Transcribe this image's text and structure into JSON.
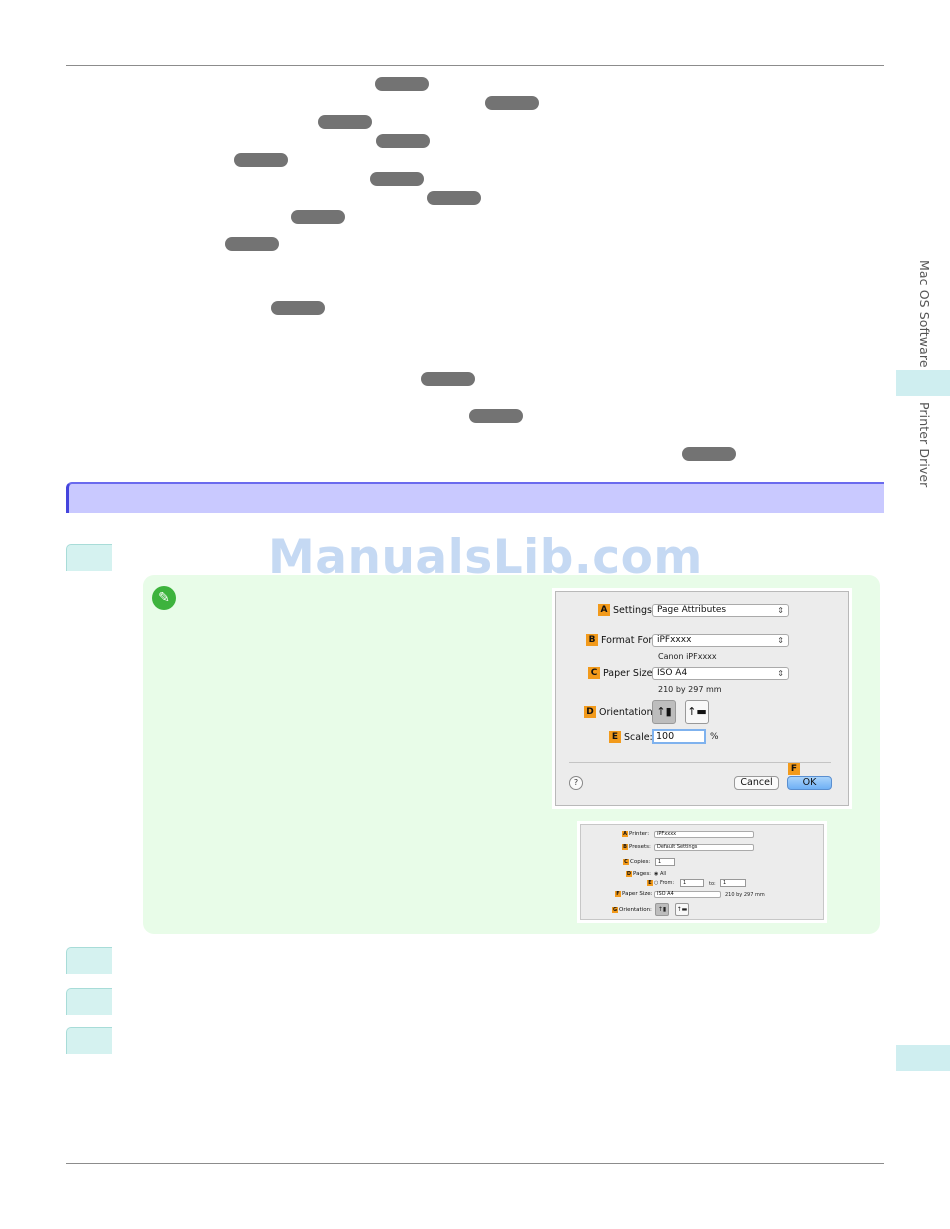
{
  "side_tabs": {
    "chapter": "Mac OS Software",
    "section": "Printer Driver"
  },
  "watermark": "ManualsLib.com",
  "page_setup_dialog": {
    "settings": {
      "badge": "A",
      "label": "Settings:",
      "value": "Page Attributes"
    },
    "format_for": {
      "badge": "B",
      "label": "Format For:",
      "value": "iPFxxxx",
      "sub": "Canon iPFxxxx"
    },
    "paper_size": {
      "badge": "C",
      "label": "Paper Size:",
      "value": "ISO A4",
      "sub": "210 by 297 mm"
    },
    "orientation": {
      "badge": "D",
      "label": "Orientation:"
    },
    "scale": {
      "badge": "E",
      "label": "Scale:",
      "value": "100",
      "unit": "%"
    },
    "help": "?",
    "cancel": "Cancel",
    "ok_badge": "F",
    "ok": "OK"
  },
  "print_dialog": {
    "printer": {
      "badge": "A",
      "label": "Printer:",
      "value": "iPFxxxx"
    },
    "presets": {
      "badge": "B",
      "label": "Presets:",
      "value": "Default Settings"
    },
    "copies": {
      "badge": "C",
      "label": "Copies:",
      "value": "1"
    },
    "pages": {
      "badge": "D",
      "label": "Pages:",
      "all": "All"
    },
    "range": {
      "badge": "E",
      "from_label": "From:",
      "from": "1",
      "to_label": "to:",
      "to": "1"
    },
    "paper_size": {
      "badge": "F",
      "label": "Paper Size:",
      "value": "ISO A4",
      "sub": "210 by 297 mm"
    },
    "orientation": {
      "badge": "G",
      "label": "Orientation:"
    }
  }
}
